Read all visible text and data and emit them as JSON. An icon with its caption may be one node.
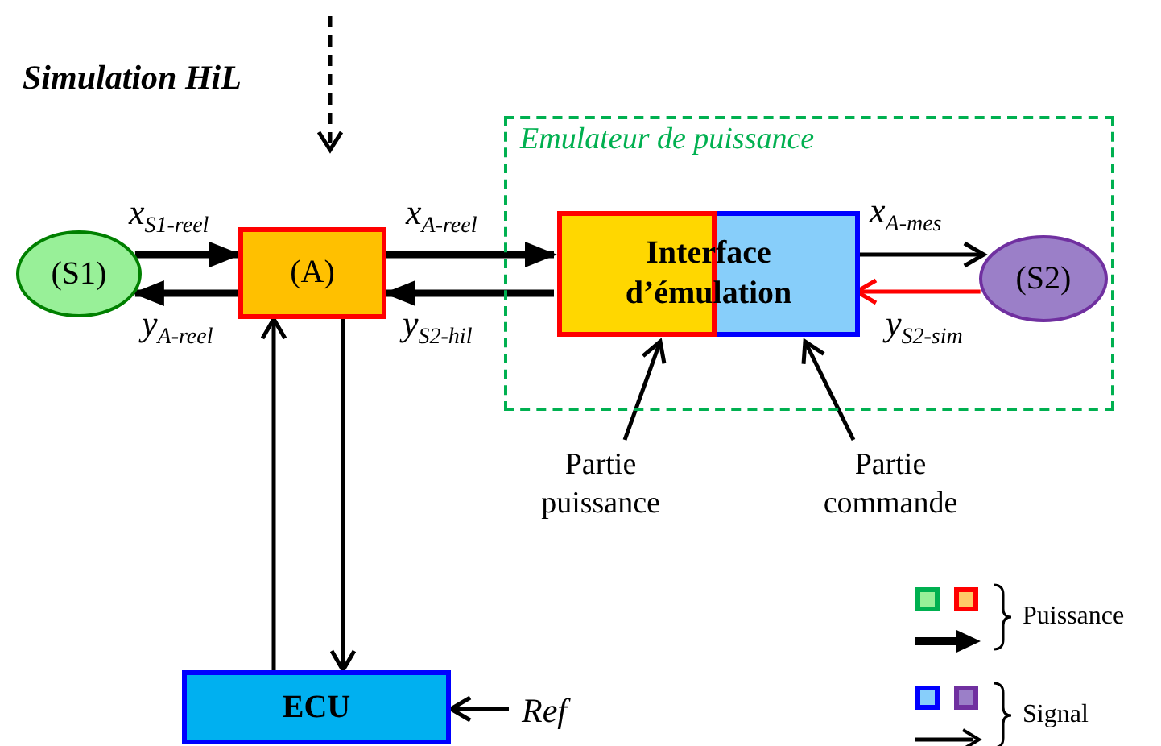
{
  "diagram": {
    "nodes": [
      {
        "text": [
          "Emulateur de puissance"
        ]
      },
      {
        "text": [
          "(S1)"
        ]
      },
      {
        "text": [
          "(A)"
        ]
      },
      {
        "text": [
          "Interface d’émulation"
        ],
        "in": 0
      },
      {
        "text": [
          "(S2)"
        ],
        "in": 0
      },
      {
        "text": [
          "ECU"
        ]
      },
      {
        "text": [
          "Partie puissance"
        ]
      },
      {
        "text": [
          "Partie commande"
        ]
      },
      {
        "text": [
          "Ref"
        ]
      }
    ],
    "edges": [
      {
        "from": 1,
        "to": 2,
        "arrow": "to",
        "style": "thick",
        "label": "x$_{S1-reel}$"
      },
      {
        "from": 2,
        "to": 1,
        "arrow": "to",
        "style": "thick",
        "label": "y$_{A-reel}$"
      },
      {
        "from": 2,
        "to": 3,
        "arrow": "to",
        "style": "thick",
        "label": "x$_{A-reel}$"
      },
      {
        "from": 3,
        "to": 2,
        "arrow": "to",
        "style": "thick",
        "label": "y$_{S2-hil}$"
      },
      {
        "from": 3,
        "to": 4,
        "arrow": "to",
        "label": "x$_{A-mes}$"
      },
      {
        "from": 4,
        "to": 3,
        "arrow": "to",
        "color": "#ff0000",
        "label": "y$_{S2-sim}$"
      },
      {
        "from": 5,
        "to": 2,
        "arrow": "to"
      },
      {
        "from": 2,
        "to": 5,
        "arrow": "to"
      },
      {
        "from": 8,
        "to": 5,
        "arrow": "to"
      },
      {
        "from": 6,
        "to": 3,
        "arrow": "to"
      },
      {
        "from": 7,
        "to": 3,
        "arrow": "to"
      }
    ],
    "labels": [
      "Simulation HiL"
    ],
    "legend": [
      {
        "text": "Puissance"
      },
      {
        "text": "Signal"
      }
    ]
  }
}
